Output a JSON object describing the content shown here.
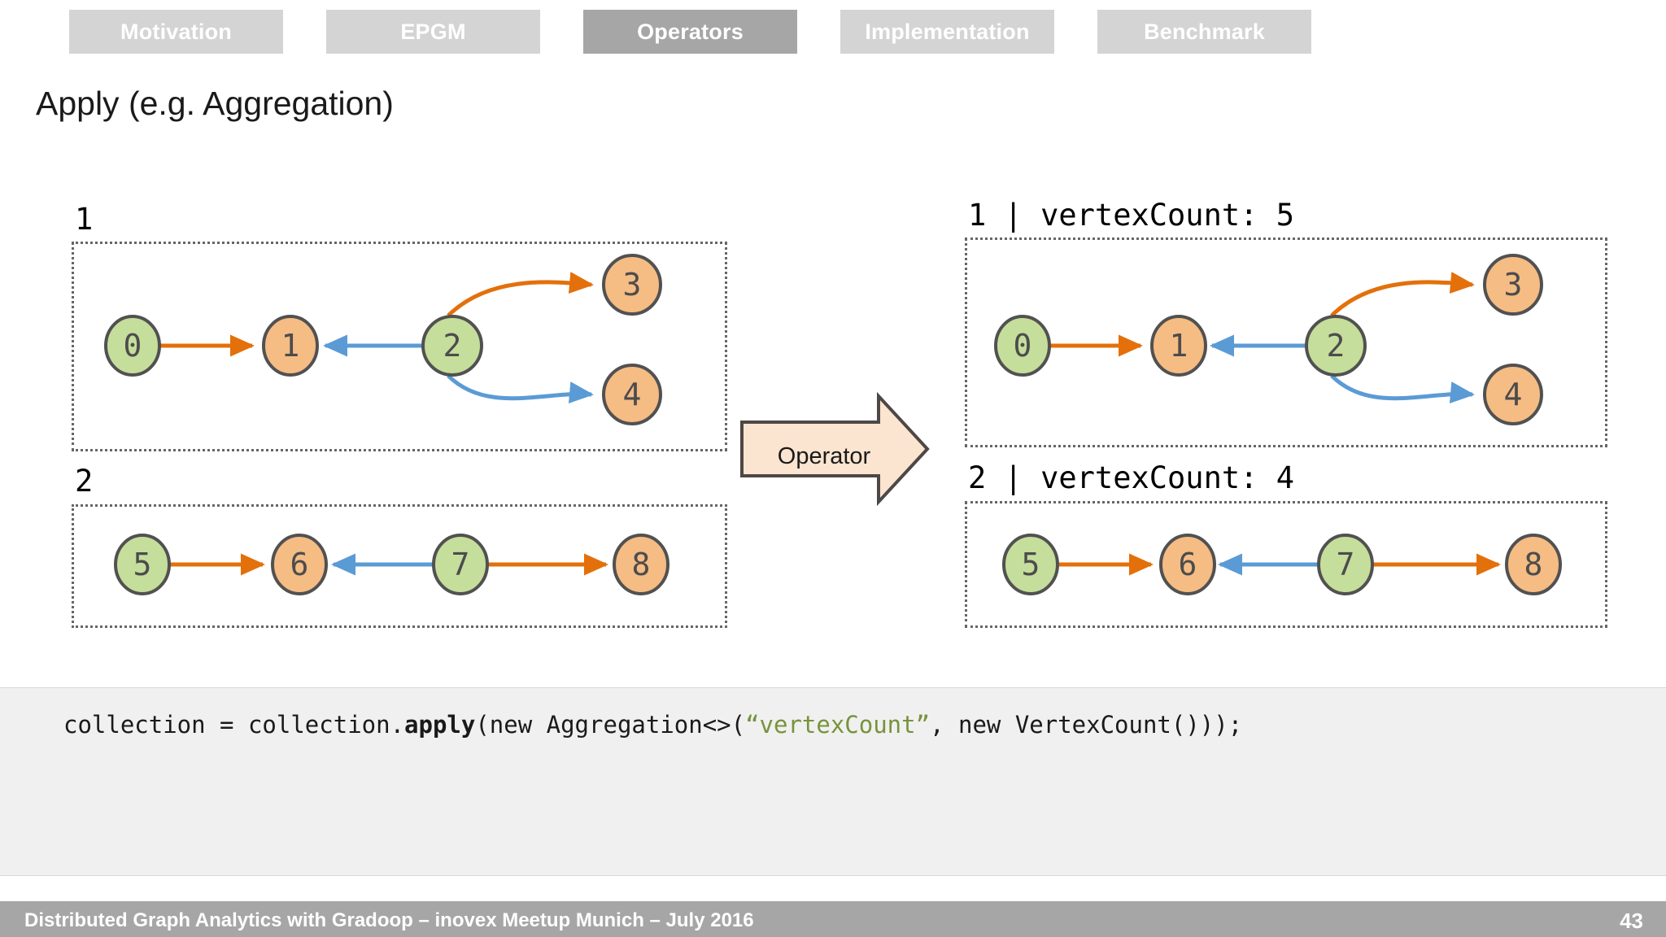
{
  "nav": {
    "tabs": [
      {
        "label": "Motivation",
        "active": false
      },
      {
        "label": "EPGM",
        "active": false
      },
      {
        "label": "Operators",
        "active": true
      },
      {
        "label": "Implementation",
        "active": false
      },
      {
        "label": "Benchmark",
        "active": false
      }
    ]
  },
  "slide": {
    "title": "Apply (e.g. Aggregation)"
  },
  "colors": {
    "node_green": "#c5de9b",
    "node_orange": "#f5bc84",
    "node_stroke": "#515151",
    "edge_orange": "#e3700b",
    "edge_blue": "#5b9bd5",
    "box_dotted": "#666666",
    "operator_fill": "#fbe5d0",
    "operator_stroke": "#4d4845",
    "tab_inactive": "#d4d4d4",
    "tab_active": "#a6a6a6",
    "code_band": "#f0f0f0",
    "code_string": "#77933c",
    "footer": "#a6a6a6"
  },
  "operator": {
    "label": "Operator"
  },
  "input": {
    "graphs": [
      {
        "label": "1",
        "nodes": [
          {
            "id": "0",
            "color": "green"
          },
          {
            "id": "1",
            "color": "orange"
          },
          {
            "id": "2",
            "color": "green"
          },
          {
            "id": "3",
            "color": "orange"
          },
          {
            "id": "4",
            "color": "orange"
          }
        ],
        "edges": [
          {
            "from": "0",
            "to": "1",
            "color": "orange"
          },
          {
            "from": "2",
            "to": "1",
            "color": "blue"
          },
          {
            "from": "2",
            "to": "3",
            "color": "orange"
          },
          {
            "from": "2",
            "to": "4",
            "color": "blue"
          }
        ]
      },
      {
        "label": "2",
        "nodes": [
          {
            "id": "5",
            "color": "green"
          },
          {
            "id": "6",
            "color": "orange"
          },
          {
            "id": "7",
            "color": "green"
          },
          {
            "id": "8",
            "color": "orange"
          }
        ],
        "edges": [
          {
            "from": "5",
            "to": "6",
            "color": "orange"
          },
          {
            "from": "7",
            "to": "6",
            "color": "blue"
          },
          {
            "from": "7",
            "to": "8",
            "color": "orange"
          }
        ]
      }
    ]
  },
  "output": {
    "graphs": [
      {
        "label": "1 | vertexCount: 5",
        "nodes": [
          {
            "id": "0",
            "color": "green"
          },
          {
            "id": "1",
            "color": "orange"
          },
          {
            "id": "2",
            "color": "green"
          },
          {
            "id": "3",
            "color": "orange"
          },
          {
            "id": "4",
            "color": "orange"
          }
        ],
        "edges": [
          {
            "from": "0",
            "to": "1",
            "color": "orange"
          },
          {
            "from": "2",
            "to": "1",
            "color": "blue"
          },
          {
            "from": "2",
            "to": "3",
            "color": "orange"
          },
          {
            "from": "2",
            "to": "4",
            "color": "blue"
          }
        ]
      },
      {
        "label": "2 | vertexCount: 4",
        "nodes": [
          {
            "id": "5",
            "color": "green"
          },
          {
            "id": "6",
            "color": "orange"
          },
          {
            "id": "7",
            "color": "green"
          },
          {
            "id": "8",
            "color": "orange"
          }
        ],
        "edges": [
          {
            "from": "5",
            "to": "6",
            "color": "orange"
          },
          {
            "from": "7",
            "to": "6",
            "color": "blue"
          },
          {
            "from": "7",
            "to": "8",
            "color": "orange"
          }
        ]
      }
    ]
  },
  "code": {
    "part1": "collection = collection.",
    "bold": "apply",
    "part2": "(new Aggregation<>(",
    "string": "“vertexCount”",
    "part3": ", new VertexCount()));"
  },
  "footer": {
    "text": "Distributed Graph Analytics with Gradoop – inovex Meetup Munich – July 2016",
    "page": "43"
  }
}
